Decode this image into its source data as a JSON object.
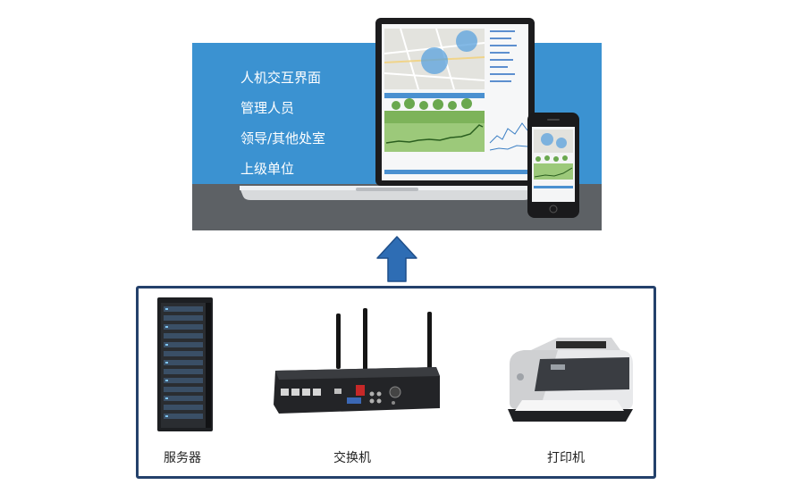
{
  "interface": {
    "items": [
      {
        "label": "人机交互界面"
      },
      {
        "label": "管理人员"
      },
      {
        "label": "领导/其他处室"
      },
      {
        "label": "上级单位"
      }
    ]
  },
  "hardware": {
    "devices": [
      {
        "label": "服务器"
      },
      {
        "label": "交换机"
      },
      {
        "label": "打印机"
      }
    ]
  },
  "colors": {
    "panel_blue": "#3b92d1",
    "panel_ground": "#5d6165",
    "frame_border": "#24416b",
    "arrow_fill": "#2e6db4"
  }
}
